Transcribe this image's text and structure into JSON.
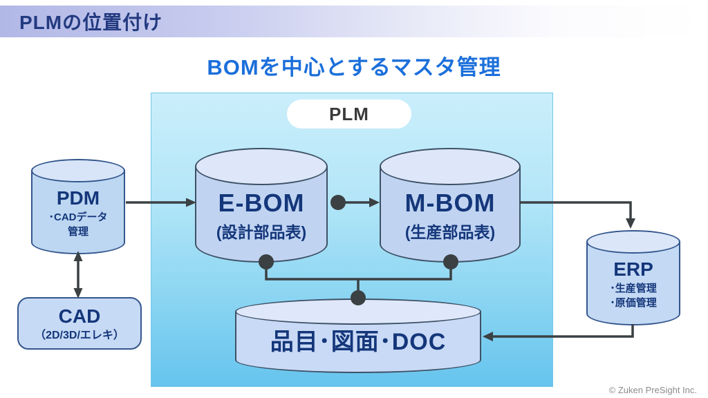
{
  "header": {
    "title": "PLMの位置付け"
  },
  "title": "BOMを中心とするマスタ管理",
  "plm_container": {
    "label": "PLM"
  },
  "nodes": {
    "pdm": {
      "title": "PDM",
      "lines": [
        "･CADデータ",
        "管理"
      ]
    },
    "cad": {
      "title": "CAD",
      "subtitle": "（2D/3D/エレキ）"
    },
    "ebom": {
      "title": "E-BOM",
      "subtitle": "(設計部品表)"
    },
    "mbom": {
      "title": "M-BOM",
      "subtitle": "(生産部品表)"
    },
    "erp": {
      "title": "ERP",
      "lines": [
        "･生産管理",
        "･原価管理"
      ]
    },
    "doc": {
      "title": "品目･図面･DOC"
    }
  },
  "footer": {
    "copyright": "© Zuken PreSight Inc."
  },
  "colors": {
    "header_text": "#233a80",
    "title_blue": "#1b6fdb",
    "node_text": "#14367a",
    "connector": "#3b4043",
    "plm_box_top": "#cbeefb",
    "plm_box_bottom": "#66c4ee",
    "cylinder_fill": "#c0d4f2"
  }
}
